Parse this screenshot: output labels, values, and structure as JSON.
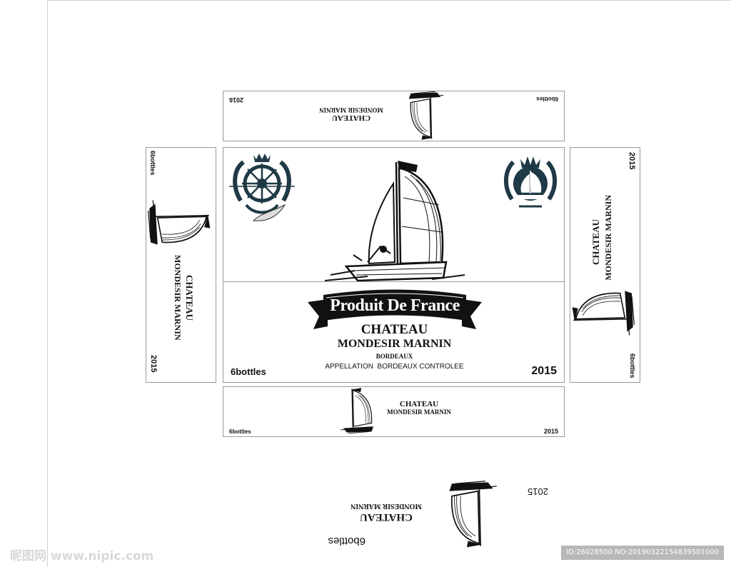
{
  "brand": {
    "ribbon": "Produit De France",
    "chateau": "CHATEAU",
    "name": "MONDESIR MARNIN",
    "region": "BORDEAUX",
    "appellation": "APPELLATION  BORDEAUX CONTROLEE",
    "count": "6bottles",
    "year": "2015",
    "year_alt": "2016"
  },
  "icons": [
    "sailing-ship-icon",
    "helm-crest-icon",
    "ship-crest-icon",
    "sail-sketch-icon"
  ],
  "colors": {
    "ink": "#111111",
    "crest": "#1f3a46",
    "border": "#9a9a9a"
  },
  "watermark": {
    "left": "昵图网 www.nipic.com",
    "id": "ID:26028500 NO:20190322154839501000"
  }
}
